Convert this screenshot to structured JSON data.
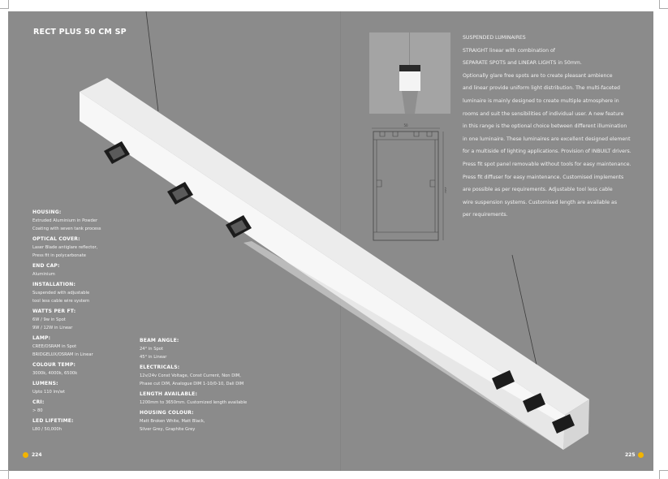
{
  "header": {
    "title": "RECT PLUS 50 CM SP"
  },
  "left_specs": [
    {
      "heading": "Housing:",
      "value": "Extruded Aluminium in Powder\nCoating with seven tank process"
    },
    {
      "heading": "Optical cover:",
      "value": "Laser Blade antiglare reflector,\nPress fit in polycarbonate"
    },
    {
      "heading": "End cap:",
      "value": "Aluminium"
    },
    {
      "heading": "Installation:",
      "value": "Suspended with adjustable\ntool less cable wire system"
    },
    {
      "heading": "Watts per ft:",
      "value": "6W / 9w in Spot\n9W / 12W in Linear"
    },
    {
      "heading": "Lamp:",
      "value": "CREE/OSRAM in Spot\nBRIDGELUX/OSRAM in Linear"
    },
    {
      "heading": "Colour temp:",
      "value": "3000k, 4000k, 6500k"
    },
    {
      "heading": "Lumens:",
      "value": "Upto 110 lm/wt"
    },
    {
      "heading": "CRI:",
      "value": "> 80"
    },
    {
      "heading": "LED lifetime:",
      "value": "L80 / 50,000h"
    }
  ],
  "mid_specs": [
    {
      "heading": "Beam angle:",
      "value": "24° in Spot\n45° in Linear"
    },
    {
      "heading": "Electricals:",
      "value": "12v/24v Const Voltage, Const Current, Non DIM,\nPhase cut DIM, Analogue DIM 1-10/0-10, Dali DIM"
    },
    {
      "heading": "Length available:",
      "value": "1200mm to 3650mm. Customized length available"
    },
    {
      "heading": "Housing colour:",
      "value": "Matt Broken White, Matt Black,\nSilver Grey, Graphite Grey"
    }
  ],
  "description": [
    "SUSPENDED LUMINAIRES",
    "STRAIGHT linear with combination of",
    "SEPARATE SPOTS and LINEAR LIGHTS in 50mm.",
    "Optionally glare free spots are to create pleasant ambience",
    "and linear provide uniform light distribution. The multi-faceted",
    "luminaire is mainly designed to create multiple atmosphere in",
    "rooms and suit the sensibilities of individual user. A new feature",
    "in this range is the optional choice between different illumination",
    "in one luminaire. These luminaires are excellent designed element",
    "for a multiside of lighting applications. Provision of INBUILT drivers.",
    "Press fit spot panel removable without tools for easy maintenance.",
    "Press fit diffuser for easy maintenance. Customised implements",
    "are possible as per requirements. Adjustable tool less cable",
    "wire suspension systems. Customised length are available as",
    "per requirements."
  ],
  "drawing": {
    "width_label": "50",
    "height_label": "100"
  },
  "pages": {
    "left": "224",
    "right": "225"
  },
  "colors": {
    "background": "#8b8b8b",
    "accent": "#f2b400",
    "text": "#ffffff"
  }
}
